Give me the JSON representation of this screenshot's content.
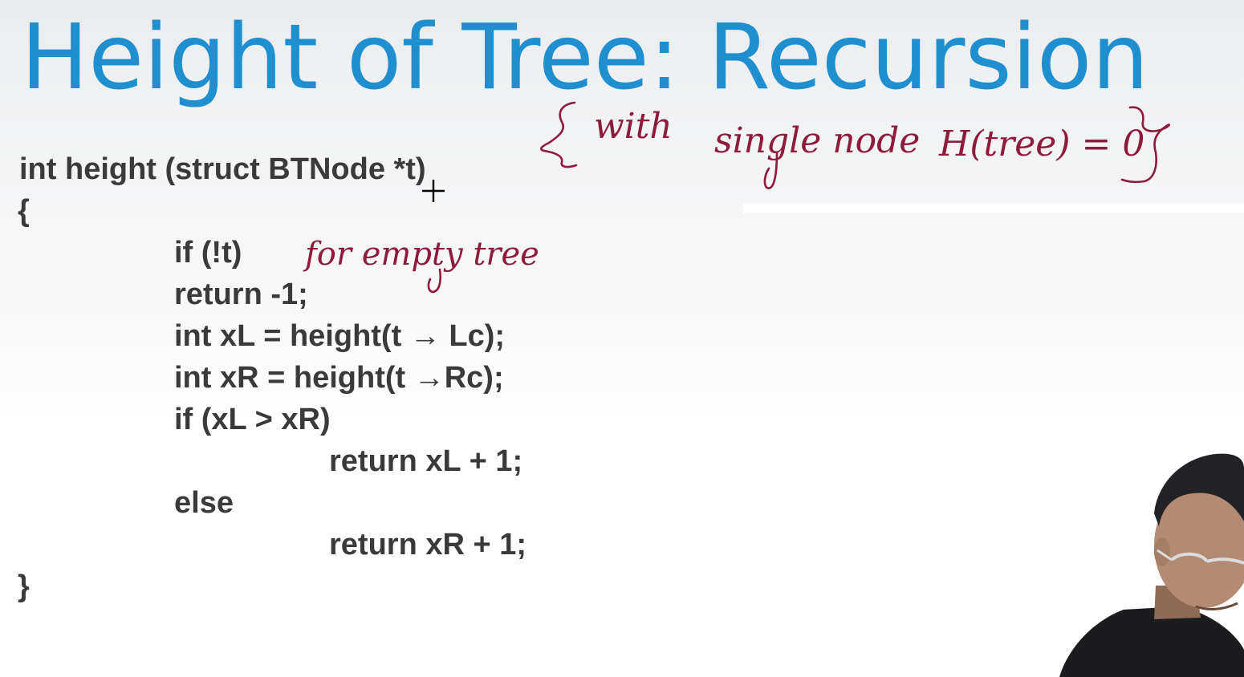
{
  "slide": {
    "title": "Height of Tree: Recursion"
  },
  "code": {
    "lines": [
      "int height (struct BTNode *t)",
      "{",
      "if (!t)",
      "return -1;",
      "int xL = height(t → Lc);",
      "int xR = height(t →Rc);",
      "if (xL > xR)",
      "return xL + 1;",
      "else",
      "return xR + 1;",
      "}"
    ]
  },
  "annotations": {
    "empty_tree_note": "for empty tree",
    "single_node_note_a": "with",
    "single_node_note_b": "single node",
    "single_node_note_c": "H(tree) = 0"
  },
  "colors": {
    "title": "#1f8fcf",
    "code": "#3a3a3a",
    "ink": "#8e1a3c"
  },
  "icons": {
    "cursor": "crosshair-cursor-icon"
  }
}
